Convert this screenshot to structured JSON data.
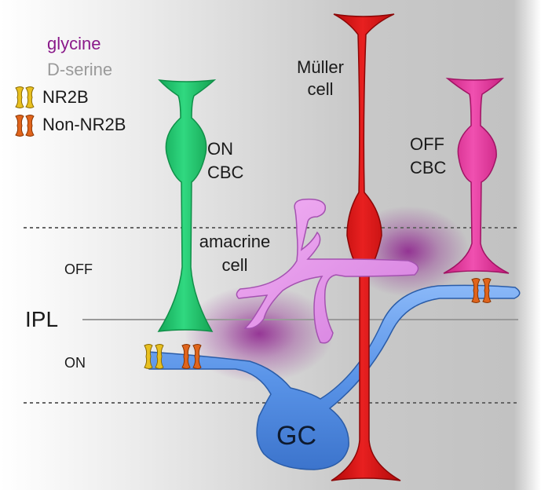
{
  "legend": {
    "glycine": "glycine",
    "dserine": "D-serine",
    "nr2b": "NR2B",
    "non_nr2b": "Non-NR2B"
  },
  "labels": {
    "muller_line1": "Müller",
    "muller_line2": "cell",
    "on_cbc_line1": "ON",
    "on_cbc_line2": "CBC",
    "off_cbc_line1": "OFF",
    "off_cbc_line2": "CBC",
    "amacrine_line1": "amacrine",
    "amacrine_line2": "cell",
    "off_layer": "OFF",
    "on_layer": "ON",
    "ipl": "IPL",
    "gc": "GC"
  },
  "colors": {
    "glycine": "#8a1a8a",
    "dserine": "#9a9a9a",
    "nr2b": "#e8c020",
    "non_nr2b": "#e0641c",
    "muller": "#d01818",
    "on_cbc": "#1ec46c",
    "off_cbc": "#e83ca0",
    "amacrine": "#e08ce8",
    "gc": "#5a94e8",
    "background_gradient": "#cfcfcf"
  }
}
